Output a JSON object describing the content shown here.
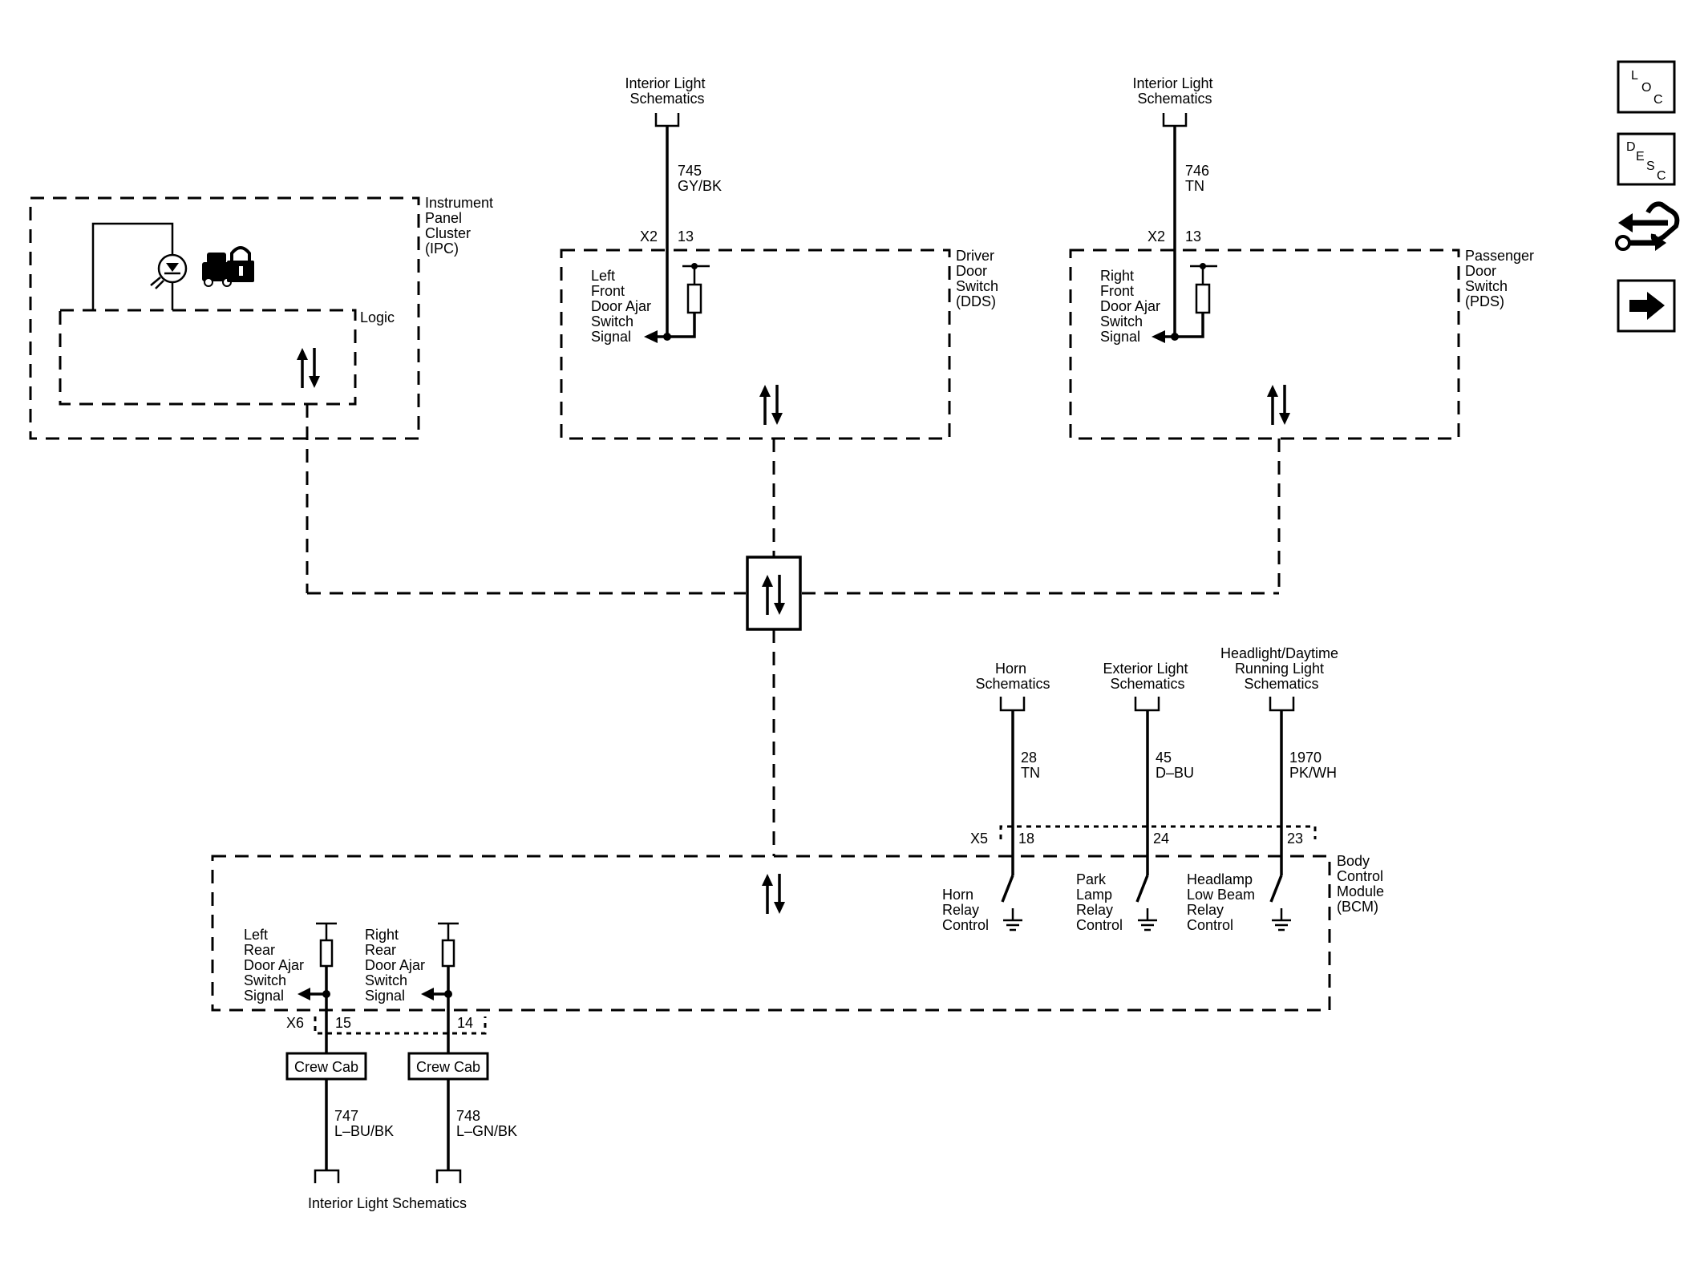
{
  "blocks": {
    "ipc": {
      "name": [
        "Instrument",
        "Panel",
        "Cluster",
        "(IPC)"
      ],
      "logic": "Logic"
    },
    "dds": {
      "name": [
        "Driver",
        "Door",
        "Switch",
        "(DDS)"
      ],
      "signal": [
        "Left",
        "Front",
        "Door Ajar",
        "Switch",
        "Signal"
      ],
      "connector": "X2",
      "pin": "13"
    },
    "pds": {
      "name": [
        "Passenger",
        "Door",
        "Switch",
        "(PDS)"
      ],
      "signal": [
        "Right",
        "Front",
        "Door Ajar",
        "Switch",
        "Signal"
      ],
      "connector": "X2",
      "pin": "13"
    },
    "bcm": {
      "name": [
        "Body",
        "Control",
        "Module",
        "(BCM)"
      ],
      "connector_x5": "X5",
      "connector_x6": "X6",
      "pin_horn": "18",
      "pin_park": "24",
      "pin_head": "23",
      "pin_lr": "15",
      "pin_rr": "14",
      "horn_label": [
        "Horn",
        "Relay",
        "Control"
      ],
      "park_label": [
        "Park",
        "Lamp",
        "Relay",
        "Control"
      ],
      "head_label": [
        "Headlamp",
        "Low Beam",
        "Relay",
        "Control"
      ],
      "lr_label": [
        "Left",
        "Rear",
        "Door Ajar",
        "Switch",
        "Signal"
      ],
      "rr_label": [
        "Right",
        "Rear",
        "Door Ajar",
        "Switch",
        "Signal"
      ]
    }
  },
  "refs": {
    "interior_left": [
      "Interior Light",
      "Schematics"
    ],
    "interior_right": [
      "Interior Light",
      "Schematics"
    ],
    "horn": [
      "Horn",
      "Schematics"
    ],
    "exterior": [
      "Exterior Light",
      "Schematics"
    ],
    "headlight": [
      "Headlight/Daytime",
      "Running Light",
      "Schematics"
    ],
    "interior_bottom": "Interior Light Schematics"
  },
  "wires": {
    "w745": {
      "circuit": "745",
      "color": "GY/BK"
    },
    "w746": {
      "circuit": "746",
      "color": "TN"
    },
    "w28": {
      "circuit": "28",
      "color": "TN"
    },
    "w45": {
      "circuit": "45",
      "color": "D–BU"
    },
    "w1970": {
      "circuit": "1970",
      "color": "PK/WH"
    },
    "w747": {
      "circuit": "747",
      "color": "L–BU/BK"
    },
    "w748": {
      "circuit": "748",
      "color": "L–GN/BK"
    }
  },
  "crew_cab": {
    "left": "Crew Cab",
    "right": "Crew Cab"
  },
  "nav": {
    "loc": [
      "L",
      "O",
      "C"
    ],
    "desc": [
      "D",
      "E",
      "S",
      "C"
    ],
    "connector_icon": "connector-wrench-icon",
    "next_icon": "right-arrow-icon"
  },
  "colors": {
    "line": "#000000",
    "background": "#ffffff"
  }
}
